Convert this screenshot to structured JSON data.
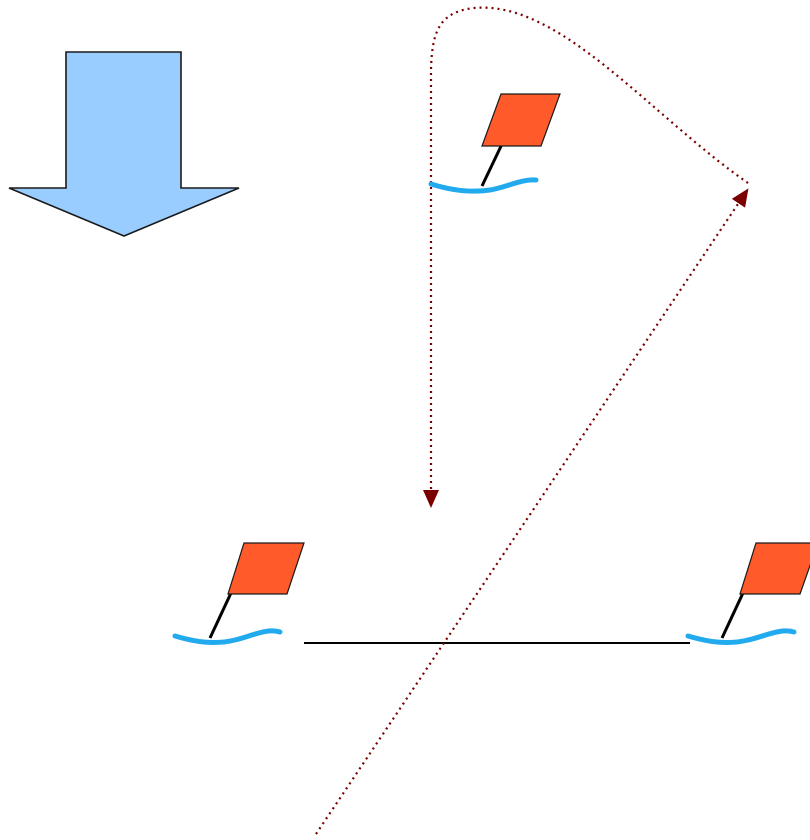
{
  "diagram": {
    "colors": {
      "background": "#ffffff",
      "down_arrow_fill": "#99ccff",
      "down_arrow_stroke": "#1a1a1a",
      "flag_fill": "#ff5a2a",
      "flag_stroke": "#1a1a1a",
      "flag_pole": "#000000",
      "water": "#22aaee",
      "course_line": "#000000",
      "dotted_path": "#7a0000"
    },
    "elements": {
      "down_arrow": "down-arrow-icon",
      "marks": [
        "flag-icon",
        "flag-icon",
        "flag-icon"
      ],
      "connector_between_marks": "solid",
      "paths": [
        "dotted-with-arrowhead",
        "dotted-curved-with-arrowhead"
      ]
    }
  }
}
